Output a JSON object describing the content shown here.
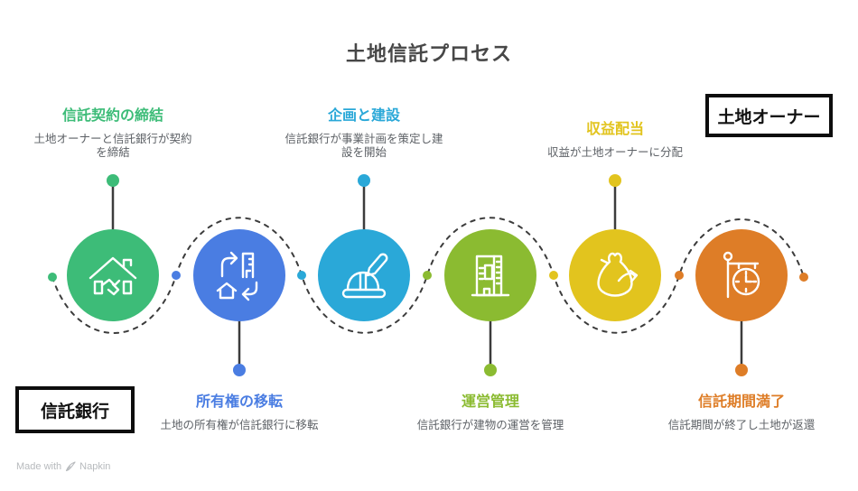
{
  "title": "土地信託プロセス",
  "boxes": {
    "land_owner": "土地オーナー",
    "trust_bank": "信託銀行"
  },
  "steps": [
    {
      "name": "信託契約の締結",
      "desc": "土地オーナーと信託銀行が契約\nを締結",
      "color": "#3DBC78",
      "icon": "house-handshake-icon",
      "label_position": "top"
    },
    {
      "name": "所有権の移転",
      "desc": "土地の所有権が信託銀行に移転",
      "color": "#4A7DE2",
      "icon": "ownership-swap-icon",
      "label_position": "bottom"
    },
    {
      "name": "企画と建設",
      "desc": "信託銀行が事業計画を策定し建\n設を開始",
      "color": "#2AA8D8",
      "icon": "hardhat-pencil-icon",
      "label_position": "top"
    },
    {
      "name": "運営管理",
      "desc": "信託銀行が建物の運営を管理",
      "color": "#8BBB31",
      "icon": "building-icon",
      "label_position": "bottom"
    },
    {
      "name": "収益配当",
      "desc": "収益が土地オーナーに分配",
      "color": "#E2C41E",
      "icon": "money-bag-icon",
      "label_position": "top"
    },
    {
      "name": "信託期間満了",
      "desc": "信託期間が終了し土地が返還",
      "color": "#DE7D27",
      "icon": "street-clock-icon",
      "label_position": "bottom"
    }
  ],
  "watermark": {
    "text": "Made with",
    "brand": "Napkin"
  },
  "colors": {
    "connector": "#3C3C3C",
    "title_text": "#474747",
    "desc_text": "#5D6166",
    "box_border": "#0D0D0D",
    "background": "#FFFFFF",
    "icon_stroke": "#FFFFFF"
  }
}
